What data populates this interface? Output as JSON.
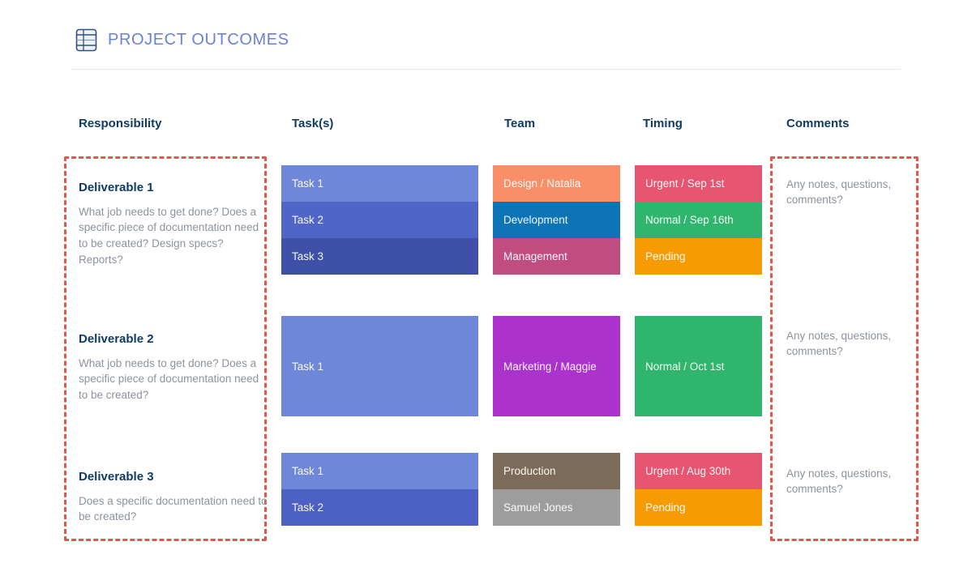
{
  "header": {
    "title": "PROJECT OUTCOMES",
    "icon": "table-icon",
    "title_color": "#6A81D7"
  },
  "columns": {
    "responsibility": "Responsibility",
    "tasks": "Task(s)",
    "team": "Team",
    "timing": "Timing",
    "comments": "Comments"
  },
  "colors": {
    "heading_navy": "#0E3C64",
    "body_gray": "#8C939D",
    "dashed_border_red": "#E0584C",
    "divider": "#E8E8E8"
  },
  "rows": [
    {
      "deliverable": {
        "title": "Deliverable 1",
        "description": "What job needs to get done? Does a specific piece of documentation need to be created? Design specs? Reports?"
      },
      "tasks": [
        {
          "label": "Task 1",
          "color": "#6F87D9"
        },
        {
          "label": "Task 2",
          "color": "#5066C6"
        },
        {
          "label": "Task 3",
          "color": "#3E50A7"
        }
      ],
      "team": [
        {
          "label": "Design / Natalia",
          "color": "#F98E68"
        },
        {
          "label": "Development",
          "color": "#0D74B6"
        },
        {
          "label": "Management",
          "color": "#C04C80"
        }
      ],
      "timing": [
        {
          "label": "Urgent / Sep 1st",
          "color": "#E75571"
        },
        {
          "label": "Normal / Sep 16th",
          "color": "#2FB56C"
        },
        {
          "label": "Pending",
          "color": "#F79B04"
        }
      ],
      "comment": "Any notes, questions, comments?"
    },
    {
      "deliverable": {
        "title": "Deliverable 2",
        "description": "What job needs to get done? Does a specific piece of documentation need to be created?"
      },
      "tasks": [
        {
          "label": "Task 1",
          "color": "#6F87D9"
        }
      ],
      "team": [
        {
          "label": "Marketing / Maggie",
          "color": "#AC32CE"
        }
      ],
      "timing": [
        {
          "label": "Normal / Oct 1st",
          "color": "#2FB56C"
        }
      ],
      "comment": "Any notes, questions, comments?"
    },
    {
      "deliverable": {
        "title": "Deliverable 3",
        "description": "Does a specific documentation need to be created?"
      },
      "tasks": [
        {
          "label": "Task 1",
          "color": "#6F87D9"
        },
        {
          "label": "Task 2",
          "color": "#4C61C3"
        }
      ],
      "team": [
        {
          "label": "Production",
          "color": "#7C6B58"
        },
        {
          "label": "Samuel Jones",
          "color": "#9D9D9D"
        }
      ],
      "timing": [
        {
          "label": "Urgent / Aug 30th",
          "color": "#E75571"
        },
        {
          "label": "Pending",
          "color": "#F79B04"
        }
      ],
      "comment": "Any notes, questions, comments?"
    }
  ]
}
